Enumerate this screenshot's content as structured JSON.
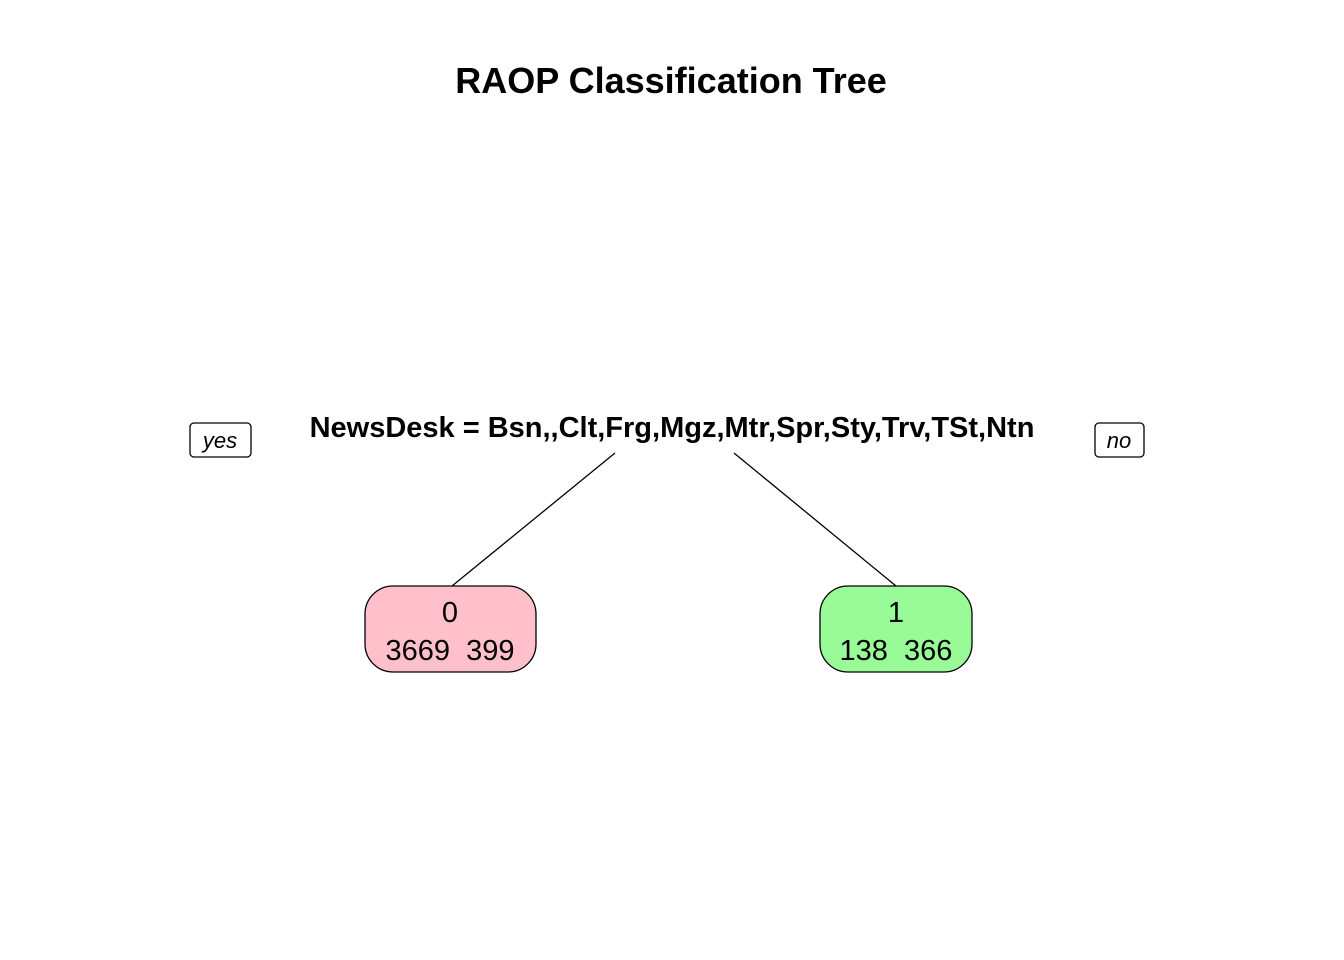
{
  "title": "RAOP Classification Tree",
  "root": {
    "split": "NewsDesk = Bsn,,Clt,Frg,Mgz,Mtr,Spr,Sty,Trv,TSt,Ntn",
    "yes_label": "yes",
    "no_label": "no"
  },
  "leaves": [
    {
      "class": "0",
      "counts": "3669  399",
      "color": "#FFC0CB"
    },
    {
      "class": "1",
      "counts": "138  366",
      "color": "#98FB98"
    }
  ]
}
